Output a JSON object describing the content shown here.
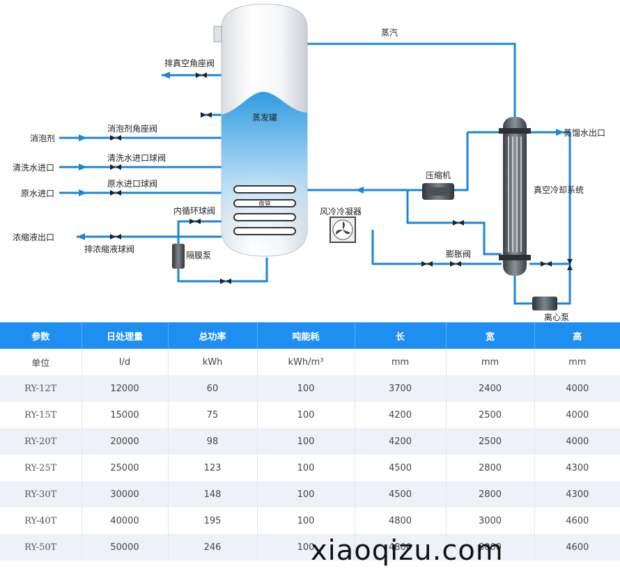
{
  "diagram": {
    "labels": {
      "steam": "蒸汽",
      "vacuum_valve": "排真空角座阀",
      "evap_tank": "蒸发罐",
      "defoamer": "消泡剂",
      "defoamer_valve": "消泡剂角座阀",
      "clean_inlet": "清洗水进口",
      "clean_valve": "清洗水进口球阀",
      "raw_inlet": "原水进口",
      "raw_valve": "原水进口球阀",
      "coil": "盘管",
      "inner_valve": "内循环球阀",
      "diaphragm_pump": "隔膜泵",
      "conc_outlet": "浓缩液出口",
      "conc_valve": "排浓缩液球阀",
      "fan_condenser": "风冷冷凝器",
      "compressor": "压缩机",
      "distill_outlet": "蒸馏水出口",
      "vacuum_cooling": "真空冷却系统",
      "expansion_valve": "膨胀阀",
      "centrifugal_pump": "离心泵"
    },
    "colors": {
      "pipe": "#1a86d6",
      "header": "#1e8ff0",
      "tank_liquid": "#2f9ce0"
    }
  },
  "table": {
    "headers": [
      "参数",
      "日处理量",
      "总功率",
      "吨能耗",
      "长",
      "宽",
      "高"
    ],
    "units": [
      "单位",
      "l/d",
      "kWh",
      "kWh/m³",
      "mm",
      "mm",
      "mm"
    ],
    "rows": [
      [
        "RY-12T",
        "12000",
        "60",
        "100",
        "3700",
        "2400",
        "4000"
      ],
      [
        "RY-15T",
        "15000",
        "75",
        "100",
        "4200",
        "2500",
        "4000"
      ],
      [
        "RY-20T",
        "20000",
        "98",
        "100",
        "4200",
        "2500",
        "4000"
      ],
      [
        "RY-25T",
        "25000",
        "123",
        "100",
        "4500",
        "2800",
        "4300"
      ],
      [
        "RY-30T",
        "30000",
        "148",
        "100",
        "4500",
        "2800",
        "4300"
      ],
      [
        "RY-40T",
        "40000",
        "195",
        "100",
        "4800",
        "3000",
        "4600"
      ],
      [
        "RY-50T",
        "50000",
        "246",
        "100",
        "4800",
        "3000",
        "4600"
      ]
    ]
  },
  "watermark": "xiaoqizu.com"
}
